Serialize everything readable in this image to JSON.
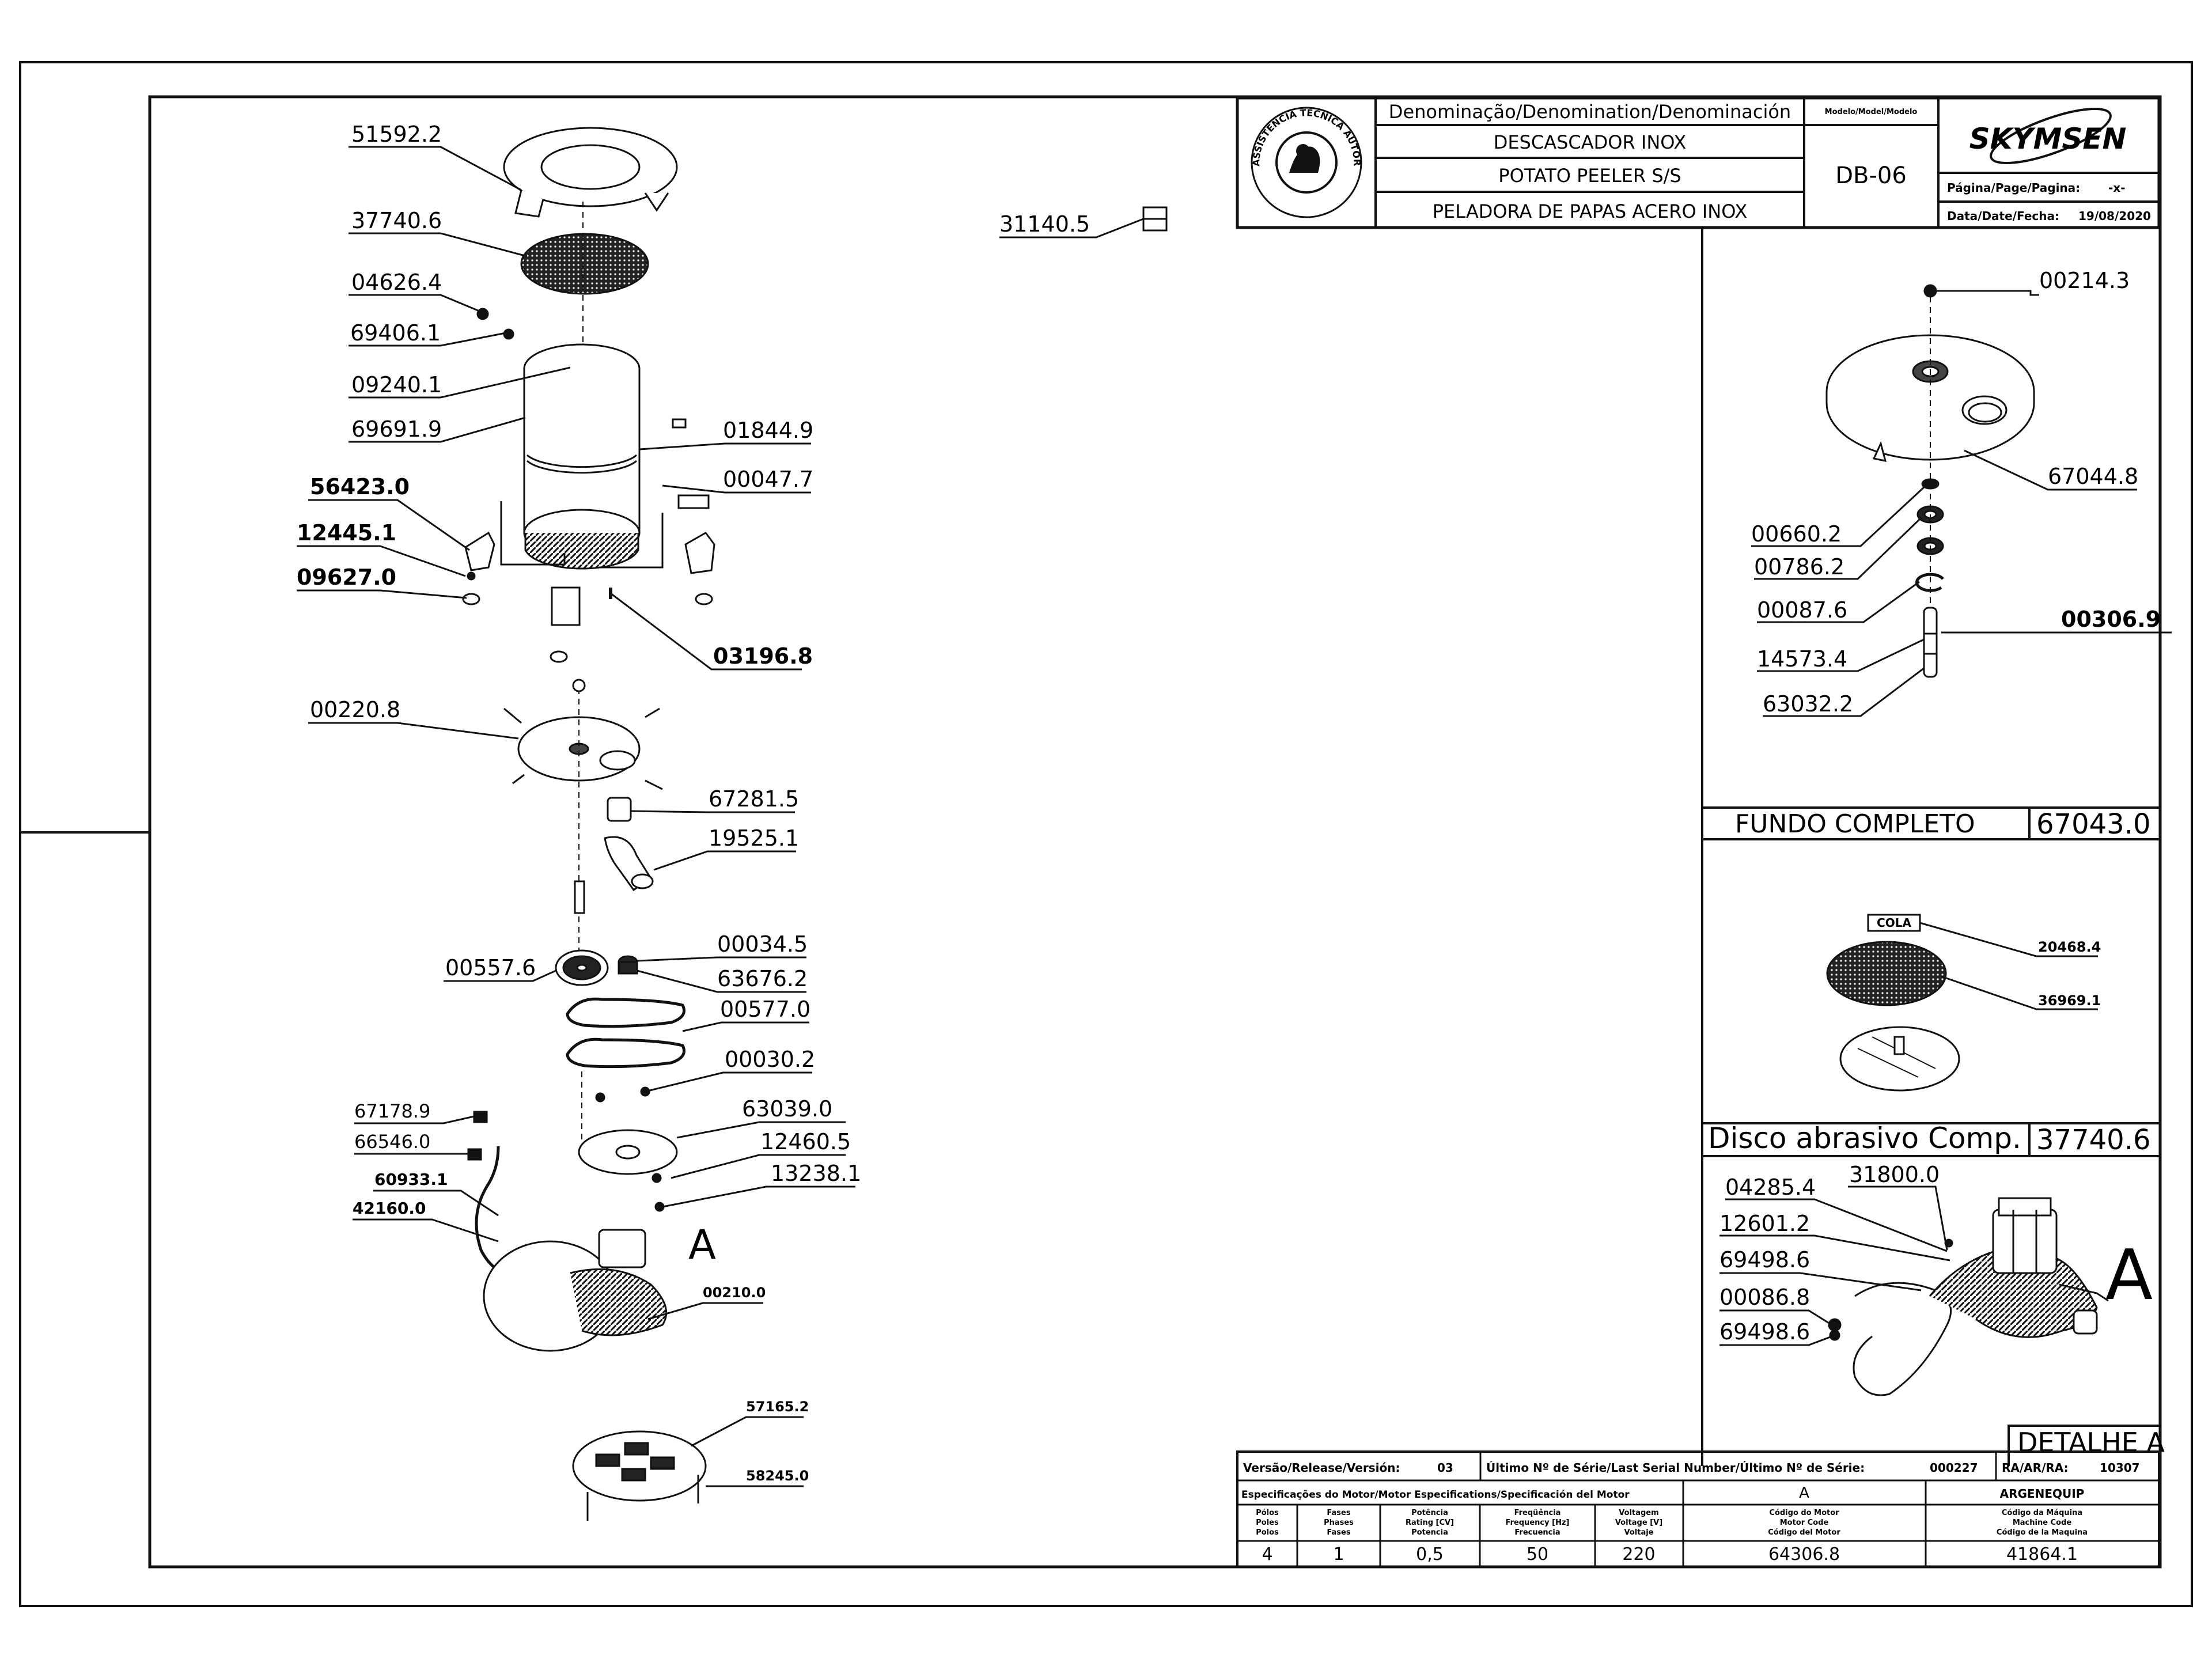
{
  "title_block": {
    "denomination_header": "Denominação/Denomination/Denominación",
    "name_pt": "DESCASCADOR INOX",
    "name_en": "POTATO PEELER S/S",
    "name_es": "PELADORA DE PAPAS ACERO INOX",
    "model_header": "Modelo/Model/Modelo",
    "model": "DB-06",
    "brand_logo_text": "SKYMSEN",
    "page_label": "Página/Page/Pagina:",
    "page_value": "-x-",
    "date_label": "Data/Date/Fecha:",
    "date_value": "19/08/2020",
    "seal_text": "ASSISTÊNCIA TÉCNICA AUTORIZADA"
  },
  "main_labels": {
    "p51592": "51592.2",
    "p37740": "37740.6",
    "p04626": "04626.4",
    "p69406": "69406.1",
    "p09240": "09240.1",
    "p69691": "69691.9",
    "p01844": "01844.9",
    "p00047": "00047.7",
    "p56423": "56423.0",
    "p12445": "12445.1",
    "p09627": "09627.0",
    "p03196": "03196.8",
    "p31140": "31140.5",
    "p00220": "00220.8",
    "p67281": "67281.5",
    "p19525": "19525.1",
    "p00034": "00034.5",
    "p00557": "00557.6",
    "p63676": "63676.2",
    "p00577": "00577.0",
    "p00030": "00030.2",
    "p63039": "63039.0",
    "p12460": "12460.5",
    "p13238": "13238.1",
    "p67178": "67178.9",
    "p66546": "66546.0",
    "p60933": "60933.1",
    "p42160": "42160.0",
    "p00210": "00210.0",
    "detail_marker": "A",
    "p57165": "57165.2",
    "p58245": "58245.0"
  },
  "fundo": {
    "p00214": "00214.3",
    "p67044": "67044.8",
    "p00660": "00660.2",
    "p00786": "00786.2",
    "p00087": "00087.6",
    "p00306": "00306.9",
    "p14573": "14573.4",
    "p63032": "63032.2",
    "title": "FUNDO COMPLETO",
    "code": "67043.0"
  },
  "disco": {
    "cola_tag": "COLA",
    "p20468": "20468.4",
    "p36969": "36969.1",
    "title": "Disco abrasivo Comp.",
    "code": "37740.6"
  },
  "detalhe": {
    "p04285": "04285.4",
    "p31800": "31800.0",
    "p12601": "12601.2",
    "p69498a": "69498.6",
    "p00086": "00086.8",
    "p69498b": "69498.6",
    "marker": "A",
    "title": "DETALHE A"
  },
  "footer": {
    "release_label": "Versão/Release/Versión:",
    "release_value": "03",
    "serial_label": "Último Nº de Série/Last Serial Number/Último Nº de Série:",
    "serial_value": "000227",
    "ra_label": "RA/AR/RA:",
    "ra_value": "10307",
    "motor_spec_label": "Especificações do Motor/Motor Especifications/Specificación del Motor",
    "motor_letter": "A",
    "manufacturer": "ARGENEQUIP",
    "col_poles": [
      "Pólos",
      "Poles",
      "Polos"
    ],
    "col_phases": [
      "Fases",
      "Phases",
      "Fases"
    ],
    "col_power": [
      "Potência",
      "Rating [CV]",
      "Potencia"
    ],
    "col_freq": [
      "Freqüência",
      "Frequency [Hz]",
      "Frecuencia"
    ],
    "col_volt": [
      "Voltagem",
      "Voltage [V]",
      "Voltaje"
    ],
    "col_motor_code": [
      "Código do Motor",
      "Motor Code",
      "Código del Motor"
    ],
    "col_machine_code": [
      "Código da Máquina",
      "Machine Code",
      "Código de la Maquina"
    ],
    "poles": "4",
    "phases": "1",
    "power": "0,5",
    "frequency": "50",
    "voltage": "220",
    "motor_code": "64306.8",
    "machine_code": "41864.1"
  }
}
